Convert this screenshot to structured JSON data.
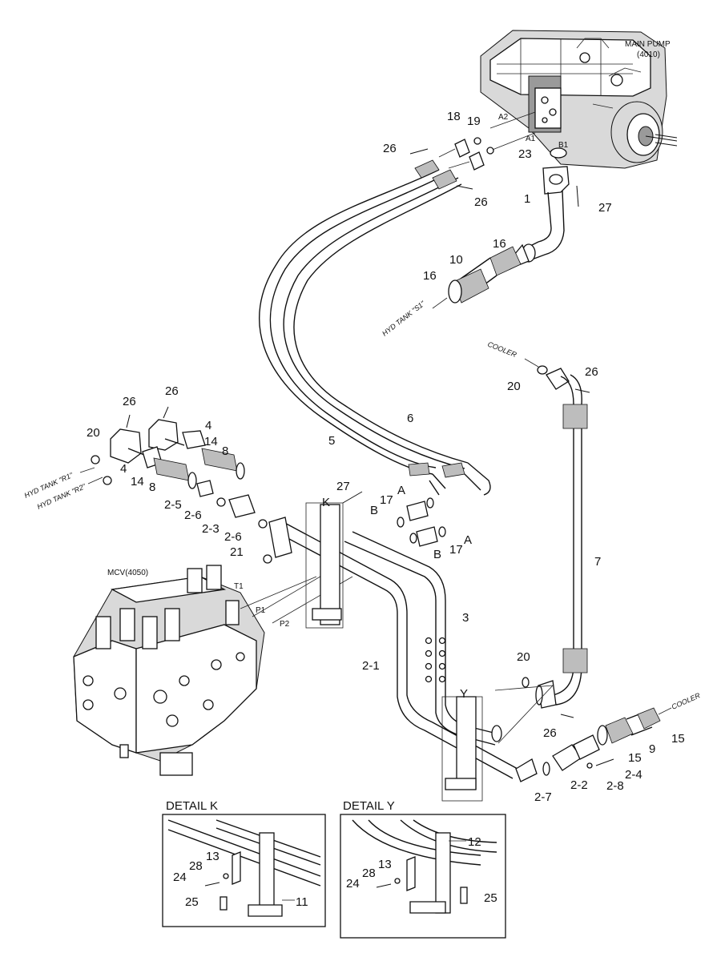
{
  "components": {
    "main_pump": "MAIN PUMP",
    "main_pump_code": "(4010)",
    "mcv": "MCV(4050)",
    "hyd_tank_s1": "HYD TANK \"S1\"",
    "hyd_tank_r1": "HYD TANK \"R1\"",
    "hyd_tank_r2": "HYD TANK \"R2\"",
    "cooler_top": "COOLER",
    "cooler_right": "COOLER"
  },
  "ports": {
    "a2": "A2",
    "a1": "A1",
    "b1": "B1",
    "t1": "T1",
    "p1": "P1",
    "p2": "P2"
  },
  "part_labels": {
    "p18": "18",
    "p19": "19",
    "p26a": "26",
    "p26b": "26",
    "p23": "23",
    "p1": "1",
    "p27a": "27",
    "p16a": "16",
    "p10": "10",
    "p16b": "16",
    "p20a": "20",
    "p26c": "26",
    "p7": "7",
    "p26d": "26",
    "p26e": "26",
    "p20b": "20",
    "p4a": "4",
    "p4b": "4",
    "p14a": "14",
    "p8a": "8",
    "p14b": "14",
    "p8b": "8",
    "p6": "6",
    "p5": "5",
    "p2_5": "2-5",
    "p2_6a": "2-6",
    "p2_3": "2-3",
    "p2_6b": "2-6",
    "p21": "21",
    "p27b": "27",
    "pK": "K",
    "pA1": "A",
    "p17a": "17",
    "pB1": "B",
    "pA2": "A",
    "pB2": "B",
    "p17b": "17",
    "p3": "3",
    "p2_1": "2-1",
    "p20c": "20",
    "pY": "Y",
    "p26f": "26",
    "p15a": "15",
    "p9": "9",
    "p15b": "15",
    "p2_7": "2-7",
    "p2_2": "2-2",
    "p2_8": "2-8",
    "p2_4": "2-4"
  },
  "detail_k": {
    "title": "DETAIL K",
    "p13": "13",
    "p28": "28",
    "p24": "24",
    "p25": "25",
    "p11": "11"
  },
  "detail_y": {
    "title": "DETAIL Y",
    "p12": "12",
    "p13": "13",
    "p28": "28",
    "p24": "24",
    "p25": "25"
  }
}
